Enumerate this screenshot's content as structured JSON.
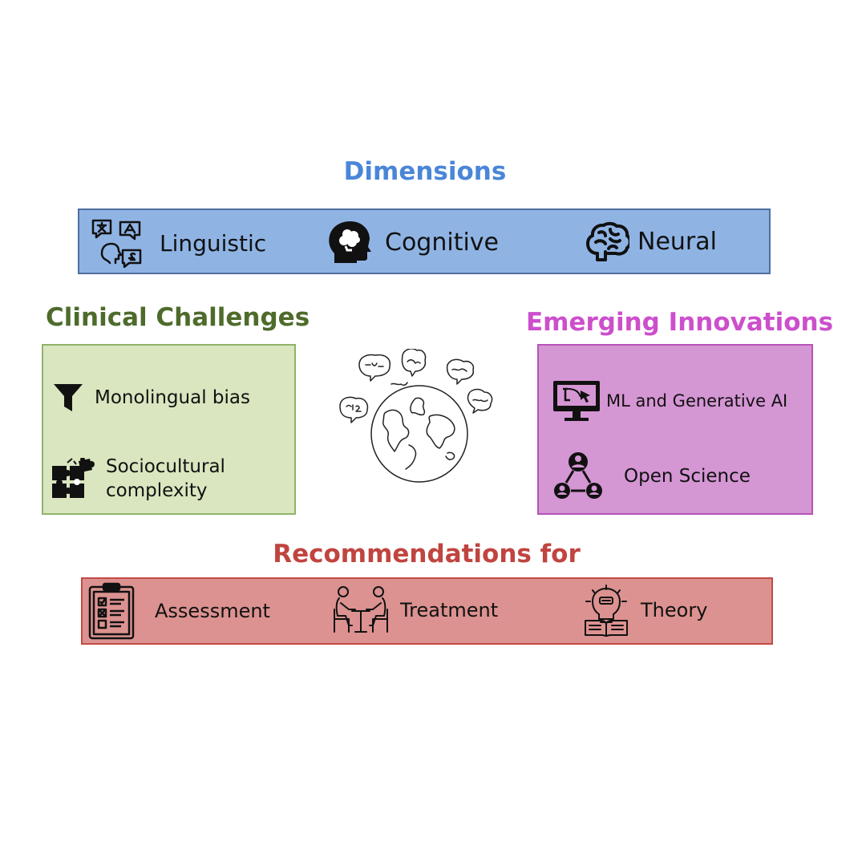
{
  "dimensions": {
    "title": "Dimensions",
    "title_color": "#4a86d8",
    "items": [
      {
        "label": "Linguistic",
        "icon": "languages-icon"
      },
      {
        "label": "Cognitive",
        "icon": "head-brain-icon"
      },
      {
        "label": "Neural",
        "icon": "brain-icon"
      }
    ]
  },
  "clinical_challenges": {
    "title": "Clinical Challenges",
    "title_color": "#4e6b2b",
    "items": [
      {
        "label": "Monolingual bias",
        "icon": "filter-icon"
      },
      {
        "label_line1": "Sociocultural",
        "label_line2": "complexity",
        "icon": "puzzle-icon"
      }
    ]
  },
  "center": {
    "icon": "globe-speech-bubbles-icon"
  },
  "emerging_innovations": {
    "title": "Emerging Innovations",
    "title_color": "#cc4fcc",
    "items": [
      {
        "label": "ML and Generative AI",
        "icon": "monitor-ai-icon"
      },
      {
        "label": "Open Science",
        "icon": "network-people-icon"
      }
    ]
  },
  "recommendations": {
    "title": "Recommendations for",
    "title_color": "#c0443f",
    "items": [
      {
        "label": "Assessment",
        "icon": "checklist-icon"
      },
      {
        "label": "Treatment",
        "icon": "therapy-session-icon"
      },
      {
        "label": "Theory",
        "icon": "lightbulb-book-icon"
      }
    ]
  }
}
